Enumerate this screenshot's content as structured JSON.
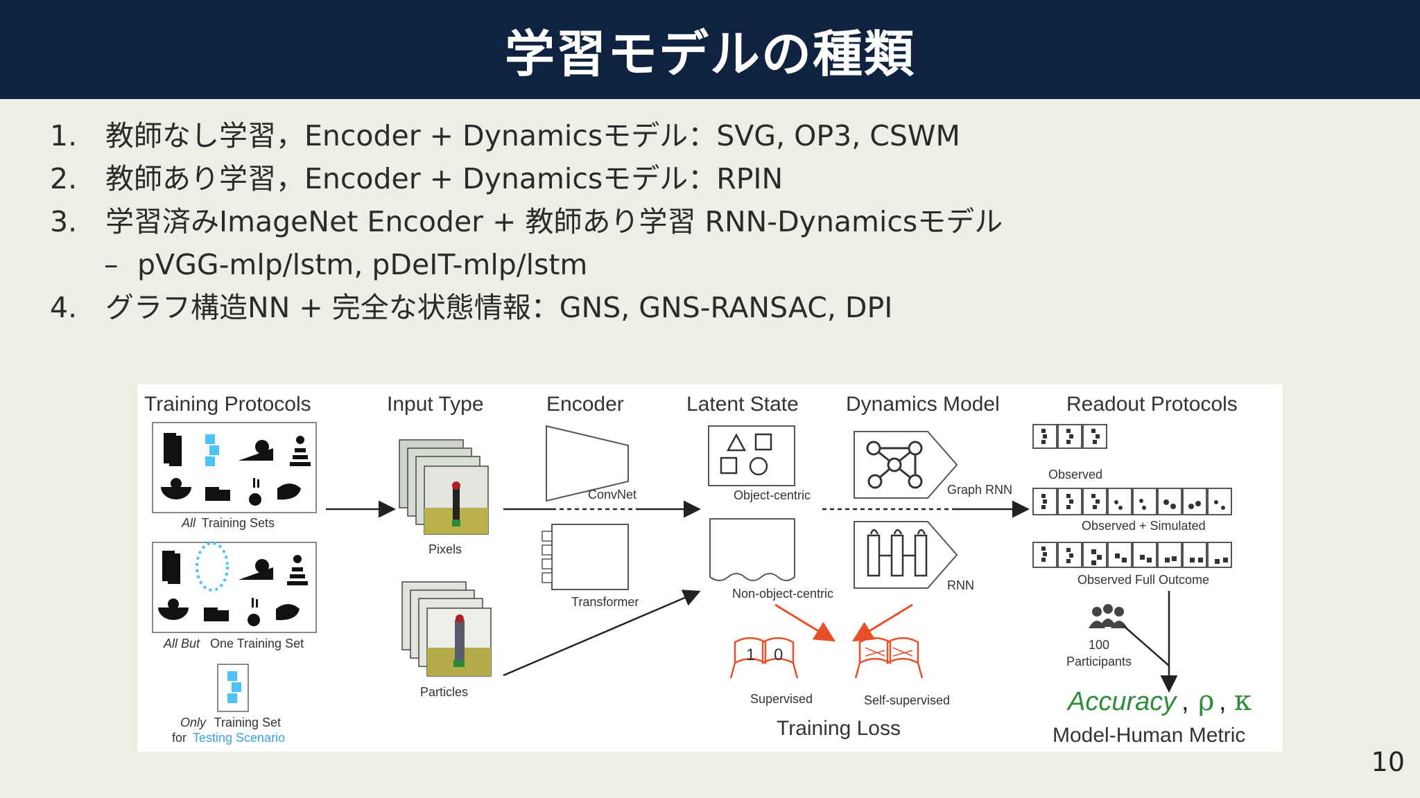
{
  "slide": {
    "title": "学習モデルの種類",
    "page_number": "10"
  },
  "list": [
    {
      "num": "1.",
      "text": "教師なし学習，Encoder + Dynamicsモデル：SVG, OP3, CSWM"
    },
    {
      "num": "2.",
      "text": "教師あり学習，Encoder + Dynamicsモデル：RPIN"
    },
    {
      "num": "3.",
      "text": "学習済みImageNet Encoder + 教師あり学習 RNN-Dynamicsモデル"
    },
    {
      "sub_dash": "–",
      "text": "pVGG-mlp/lstm, pDeIT-mlp/lstm"
    },
    {
      "num": "4.",
      "text": "グラフ構造NN + 完全な状態情報：GNS, GNS-RANSAC, DPI"
    }
  ],
  "figure": {
    "headers": {
      "training_protocols": "Training Protocols",
      "input_type": "Input Type",
      "encoder": "Encoder",
      "latent_state": "Latent State",
      "dynamics_model": "Dynamics Model",
      "readout_protocols": "Readout Protocols"
    },
    "training": {
      "all_em": "All",
      "all_rest": " Training Sets",
      "allbut_em": "All But",
      "allbut_rest": " One Training Set",
      "only_em": "Only",
      "only_rest": " Training Set",
      "for_text": "for ",
      "testing_scenario": "Testing Scenario"
    },
    "input": {
      "pixels": "Pixels",
      "particles": "Particles"
    },
    "encoder": {
      "convnet": "ConvNet",
      "transformer": "Transformer"
    },
    "latent": {
      "object_centric": "Object-centric",
      "non_object_centric": "Non-object-centric"
    },
    "dynamics": {
      "graph_rnn": "Graph RNN",
      "rnn": "RNN"
    },
    "loss": {
      "supervised": "Supervised",
      "self_supervised": "Self-supervised",
      "title": "Training Loss",
      "flag1": "1",
      "flag0": "0"
    },
    "readout": {
      "observed": "Observed",
      "observed_simulated": "Observed + Simulated",
      "observed_full": "Observed Full Outcome",
      "participants_num": "100",
      "participants": "Participants",
      "accuracy": "Accuracy",
      "rho": "ρ",
      "kappa": "κ",
      "comma": ",",
      "metric": "Model-Human Metric"
    },
    "colors": {
      "accent_blue": "#4fc3f7",
      "accent_red": "#e8502a",
      "accent_green": "#2e8b3a",
      "link_blue": "#3aa0e0"
    }
  }
}
